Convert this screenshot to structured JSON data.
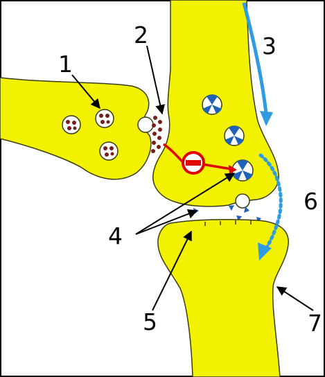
{
  "colors": {
    "cell_fill": "#f2f200",
    "cell_stroke": "#3a3a12",
    "vesicle_dot": "#7a1c1c",
    "transmitter_blue": "#1f63b8",
    "arrow_blue": "#2f9be0",
    "inhibit_red": "#e00000",
    "frame": "#000000"
  },
  "labels": {
    "one": "1",
    "two": "2",
    "three": "3",
    "four": "4",
    "five": "5",
    "six": "6",
    "seven": "7"
  },
  "icons": {
    "inhibition": "no-entry-icon",
    "vesicle_blue": "radioactive-style-vesicle-icon"
  }
}
